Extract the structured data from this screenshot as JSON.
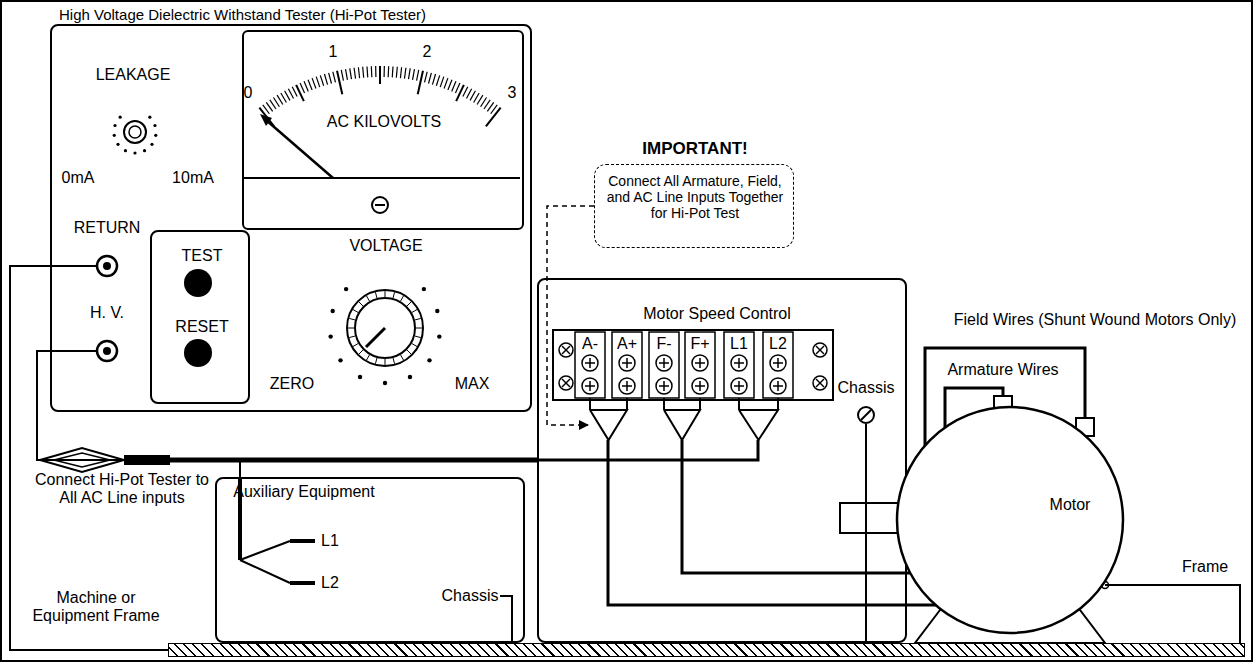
{
  "diagram": {
    "nodes": [
      {
        "text": [
          "High Voltage Dielectric Withstand Tester (Hi-Pot Tester)"
        ]
      },
      {
        "text": [
          "AC KILOVOLTS"
        ],
        "in": 0
      },
      {
        "text": [
          "TEST",
          "RESET"
        ],
        "in": 0
      },
      {
        "text": [
          "IMPORTANT!",
          "Connect All Armature, Field, and AC Line Inputs Together for Hi-Pot Test"
        ]
      },
      {
        "text": [
          "Motor Speed Control"
        ]
      },
      {
        "text": [
          "Motor"
        ]
      },
      {
        "text": [
          "Auxiliary Equipment"
        ]
      },
      {
        "text": [
          "Machine or Equipment Frame"
        ]
      }
    ],
    "edges": [
      {
        "from": 3,
        "to": 4,
        "arrow": "to"
      },
      {
        "from": 0,
        "to": 7,
        "arrow": "none"
      },
      {
        "from": 0,
        "to": 6,
        "arrow": "none"
      },
      {
        "from": 0,
        "to": 4,
        "arrow": "none"
      },
      {
        "from": 4,
        "to": 5,
        "arrow": "none",
        "label": "Armature Wires"
      },
      {
        "from": 4,
        "to": 5,
        "arrow": "none",
        "label": "Field Wires (Shunt Wound Motors Only)"
      },
      {
        "from": 4,
        "to": 7,
        "arrow": "none"
      },
      {
        "from": 6,
        "to": 7,
        "arrow": "none"
      },
      {
        "from": 5,
        "to": 7,
        "arrow": "none"
      }
    ],
    "labels": [
      "LEAKAGE",
      "0mA",
      "10mA",
      "0",
      "1",
      "2",
      "3",
      "VOLTAGE",
      "ZERO",
      "MAX",
      "RETURN",
      "H. V.",
      "A-",
      "A+",
      "F-",
      "F+",
      "L1",
      "L2",
      "Chassis",
      "Connect Hi-Pot Tester to All AC Line inputs",
      "L1",
      "L2",
      "Chassis",
      "Frame"
    ]
  }
}
